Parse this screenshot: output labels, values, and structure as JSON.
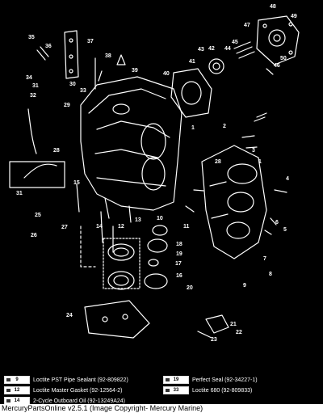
{
  "callouts": [
    "48",
    "49",
    "47",
    "35",
    "37",
    "36",
    "38",
    "45",
    "44",
    "42",
    "43",
    "41",
    "50",
    "46",
    "39",
    "40",
    "34",
    "30",
    "33",
    "31",
    "32",
    "29",
    "28",
    "1",
    "2",
    "3",
    "28",
    "1",
    "31",
    "4",
    "15",
    "25",
    "26",
    "27",
    "14",
    "12",
    "11",
    "18",
    "19",
    "13",
    "10",
    "17",
    "16",
    "20",
    "6",
    "5",
    "7",
    "8",
    "9",
    "24",
    "22",
    "23",
    "21"
  ],
  "legend": [
    {
      "num": "9",
      "text": "Loctite PST Pipe Sealant (92-809822)"
    },
    {
      "num": "12",
      "text": "Loctite Master Gasket (92-12564-2)"
    },
    {
      "num": "14",
      "text": "2-Cycle Outboard Oil (92-13249A24)"
    },
    {
      "num": "19",
      "text": "Perfect Seal (92-34227-1)"
    },
    {
      "num": "33",
      "text": "Loctite 680 (92-809833)"
    }
  ],
  "footer": "MercuryPartsOnline v2.5.1 (Image Copyright- Mercury Marine)"
}
